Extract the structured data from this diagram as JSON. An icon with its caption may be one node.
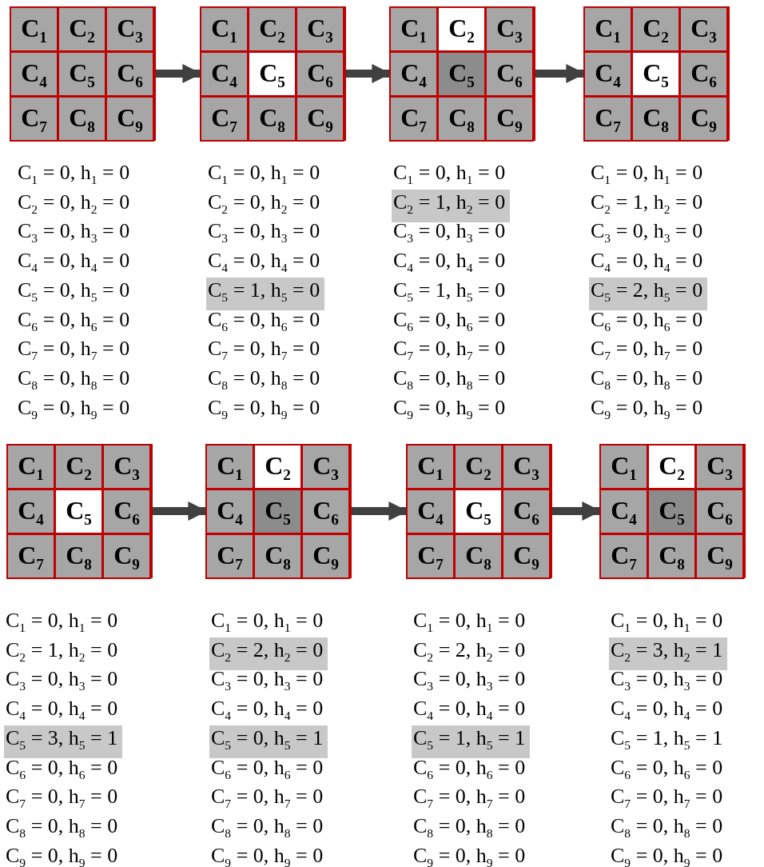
{
  "diagram": {
    "nodes": [
      {
        "text": [],
        "shape": "box"
      },
      {
        "text": [
          "C$_{1}$"
        ],
        "in": 0
      },
      {
        "text": [
          "C$_{2}$"
        ],
        "in": 0
      },
      {
        "text": [
          "C$_{3}$"
        ],
        "in": 0
      },
      {
        "text": [
          "C$_{4}$"
        ],
        "in": 0
      },
      {
        "text": [
          "C$_{5}$"
        ],
        "in": 0
      },
      {
        "text": [
          "C$_{6}$"
        ],
        "in": 0
      },
      {
        "text": [
          "C$_{7}$"
        ],
        "in": 0
      },
      {
        "text": [
          "C$_{8}$"
        ],
        "in": 0
      },
      {
        "text": [
          "C$_{9}$"
        ],
        "in": 0
      },
      {
        "text": [],
        "shape": "box"
      },
      {
        "text": [
          "C$_{1}$"
        ],
        "in": 10
      },
      {
        "text": [
          "C$_{2}$"
        ],
        "in": 10
      },
      {
        "text": [
          "C$_{3}$"
        ],
        "in": 10
      },
      {
        "text": [
          "C$_{4}$"
        ],
        "in": 10
      },
      {
        "text": [
          "C$_{5}$"
        ],
        "in": 10
      },
      {
        "text": [
          "C$_{6}$"
        ],
        "in": 10
      },
      {
        "text": [
          "C$_{7}$"
        ],
        "in": 10
      },
      {
        "text": [
          "C$_{8}$"
        ],
        "in": 10
      },
      {
        "text": [
          "C$_{9}$"
        ],
        "in": 10
      },
      {
        "text": [],
        "shape": "box"
      },
      {
        "text": [
          "C$_{1}$"
        ],
        "in": 20
      },
      {
        "text": [
          "C$_{2}$"
        ],
        "in": 20
      },
      {
        "text": [
          "C$_{3}$"
        ],
        "in": 20
      },
      {
        "text": [
          "C$_{4}$"
        ],
        "in": 20
      },
      {
        "text": [
          "C$_{5}$"
        ],
        "in": 20
      },
      {
        "text": [
          "C$_{6}$"
        ],
        "in": 20
      },
      {
        "text": [
          "C$_{7}$"
        ],
        "in": 20
      },
      {
        "text": [
          "C$_{8}$"
        ],
        "in": 20
      },
      {
        "text": [
          "C$_{9}$"
        ],
        "in": 20
      },
      {
        "text": [],
        "shape": "box"
      },
      {
        "text": [
          "C$_{1}$"
        ],
        "in": 30
      },
      {
        "text": [
          "C$_{2}$"
        ],
        "in": 30
      },
      {
        "text": [
          "C$_{3}$"
        ],
        "in": 30
      },
      {
        "text": [
          "C$_{4}$"
        ],
        "in": 30
      },
      {
        "text": [
          "C$_{5}$"
        ],
        "in": 30
      },
      {
        "text": [
          "C$_{6}$"
        ],
        "in": 30
      },
      {
        "text": [
          "C$_{7}$"
        ],
        "in": 30
      },
      {
        "text": [
          "C$_{8}$"
        ],
        "in": 30
      },
      {
        "text": [
          "C$_{9}$"
        ],
        "in": 30
      },
      {
        "text": [],
        "shape": "box"
      },
      {
        "text": [
          "C$_{1}$"
        ],
        "in": 40
      },
      {
        "text": [
          "C$_{2}$"
        ],
        "in": 40
      },
      {
        "text": [
          "C$_{3}$"
        ],
        "in": 40
      },
      {
        "text": [
          "C$_{4}$"
        ],
        "in": 40
      },
      {
        "text": [
          "C$_{5}$"
        ],
        "in": 40
      },
      {
        "text": [
          "C$_{6}$"
        ],
        "in": 40
      },
      {
        "text": [
          "C$_{7}$"
        ],
        "in": 40
      },
      {
        "text": [
          "C$_{8}$"
        ],
        "in": 40
      },
      {
        "text": [
          "C$_{9}$"
        ],
        "in": 40
      },
      {
        "text": [],
        "shape": "box"
      },
      {
        "text": [
          "C$_{1}$"
        ],
        "in": 50
      },
      {
        "text": [
          "C$_{2}$"
        ],
        "in": 50
      },
      {
        "text": [
          "C$_{3}$"
        ],
        "in": 50
      },
      {
        "text": [
          "C$_{4}$"
        ],
        "in": 50
      },
      {
        "text": [
          "C$_{5}$"
        ],
        "in": 50
      },
      {
        "text": [
          "C$_{6}$"
        ],
        "in": 50
      },
      {
        "text": [
          "C$_{7}$"
        ],
        "in": 50
      },
      {
        "text": [
          "C$_{8}$"
        ],
        "in": 50
      },
      {
        "text": [
          "C$_{9}$"
        ],
        "in": 50
      },
      {
        "text": [],
        "shape": "box"
      },
      {
        "text": [
          "C$_{1}$"
        ],
        "in": 60
      },
      {
        "text": [
          "C$_{2}$"
        ],
        "in": 60
      },
      {
        "text": [
          "C$_{3}$"
        ],
        "in": 60
      },
      {
        "text": [
          "C$_{4}$"
        ],
        "in": 60
      },
      {
        "text": [
          "C$_{5}$"
        ],
        "in": 60
      },
      {
        "text": [
          "C$_{6}$"
        ],
        "in": 60
      },
      {
        "text": [
          "C$_{7}$"
        ],
        "in": 60
      },
      {
        "text": [
          "C$_{8}$"
        ],
        "in": 60
      },
      {
        "text": [
          "C$_{9}$"
        ],
        "in": 60
      },
      {
        "text": [],
        "shape": "box"
      },
      {
        "text": [
          "C$_{1}$"
        ],
        "in": 70
      },
      {
        "text": [
          "C$_{2}$"
        ],
        "in": 70
      },
      {
        "text": [
          "C$_{3}$"
        ],
        "in": 70
      },
      {
        "text": [
          "C$_{4}$"
        ],
        "in": 70
      },
      {
        "text": [
          "C$_{5}$"
        ],
        "in": 70
      },
      {
        "text": [
          "C$_{6}$"
        ],
        "in": 70
      },
      {
        "text": [
          "C$_{7}$"
        ],
        "in": 70
      },
      {
        "text": [
          "C$_{8}$"
        ],
        "in": 70
      },
      {
        "text": [
          "C$_{9}$"
        ],
        "in": 70
      }
    ],
    "edges": [
      {
        "from": 0,
        "to": 10,
        "arrow": "to"
      },
      {
        "from": 10,
        "to": 20,
        "arrow": "to"
      },
      {
        "from": 20,
        "to": 30,
        "arrow": "to"
      },
      {
        "from": 40,
        "to": 50,
        "arrow": "to"
      },
      {
        "from": 50,
        "to": 60,
        "arrow": "to"
      },
      {
        "from": 60,
        "to": 70,
        "arrow": "to"
      }
    ],
    "labels": [
      "C$_{1}$ = 0, h$_{1}$ = 0",
      "C$_{2}$ = 0, h$_{2}$ = 0",
      "C$_{3}$ = 0, h$_{3}$ = 0",
      "C$_{4}$ = 0, h$_{4}$ = 0",
      "C$_{5}$ = 0, h$_{5}$ = 0",
      "C$_{6}$ = 0, h$_{6}$ = 0",
      "C$_{7}$ = 0, h$_{7}$ = 0",
      "C$_{8}$ = 0, h$_{8}$ = 0",
      "C$_{9}$ = 0, h$_{9}$ = 0",
      "C$_{1}$ = 0, h$_{1}$ = 0",
      "C$_{2}$ = 0, h$_{2}$ = 0",
      "C$_{3}$ = 0, h$_{3}$ = 0",
      "C$_{4}$ = 0, h$_{4}$ = 0",
      "C$_{5}$ = 1, h$_{5}$ = 0",
      "C$_{6}$ = 0, h$_{6}$ = 0",
      "C$_{7}$ = 0, h$_{7}$ = 0",
      "C$_{8}$ = 0, h$_{8}$ = 0",
      "C$_{9}$ = 0, h$_{9}$ = 0",
      "C$_{1}$ = 0, h$_{1}$ = 0",
      "C$_{2}$ = 1, h$_{2}$ = 0",
      "C$_{3}$ = 0, h$_{3}$ = 0",
      "C$_{4}$ = 0, h$_{4}$ = 0",
      "C$_{5}$ = 1, h$_{5}$ = 0",
      "C$_{6}$ = 0, h$_{6}$ = 0",
      "C$_{7}$ = 0, h$_{7}$ = 0",
      "C$_{8}$ = 0, h$_{8}$ = 0",
      "C$_{9}$ = 0, h$_{9}$ = 0",
      "C$_{1}$ = 0, h$_{1}$ = 0",
      "C$_{2}$ = 1, h$_{2}$ = 0",
      "C$_{3}$ = 0, h$_{3}$ = 0",
      "C$_{4}$ = 0, h$_{4}$ = 0",
      "C$_{5}$ = 2, h$_{5}$ = 0",
      "C$_{6}$ = 0, h$_{6}$ = 0",
      "C$_{7}$ = 0, h$_{7}$ = 0",
      "C$_{8}$ = 0, h$_{8}$ = 0",
      "C$_{9}$ = 0, h$_{9}$ = 0",
      "C$_{1}$ = 0, h$_{1}$ = 0",
      "C$_{2}$ = 1, h$_{2}$ = 0",
      "C$_{3}$ = 0, h$_{3}$ = 0",
      "C$_{4}$ = 0, h$_{4}$ = 0",
      "C$_{5}$ = 3, h$_{5}$ = 1",
      "C$_{6}$ = 0, h$_{6}$ = 0",
      "C$_{7}$ = 0, h$_{7}$ = 0",
      "C$_{8}$ = 0, h$_{8}$ = 0",
      "C$_{9}$ = 0, h$_{9}$ = 0",
      "C$_{1}$ = 0, h$_{1}$ = 0",
      "C$_{2}$ = 2, h$_{2}$ = 0",
      "C$_{3}$ = 0, h$_{3}$ = 0",
      "C$_{4}$ = 0, h$_{4}$ = 0",
      "C$_{5}$ = 0, h$_{5}$ = 1",
      "C$_{6}$ = 0, h$_{6}$ = 0",
      "C$_{7}$ = 0, h$_{7}$ = 0",
      "C$_{8}$ = 0, h$_{8}$ = 0",
      "C$_{9}$ = 0, h$_{9}$ = 0",
      "C$_{1}$ = 0, h$_{1}$ = 0",
      "C$_{2}$ = 2, h$_{2}$ = 0",
      "C$_{3}$ = 0, h$_{3}$ = 0",
      "C$_{4}$ = 0, h$_{4}$ = 0",
      "C$_{5}$ = 1, h$_{5}$ = 1",
      "C$_{6}$ = 0, h$_{6}$ = 0",
      "C$_{7}$ = 0, h$_{7}$ = 0",
      "C$_{8}$ = 0, h$_{8}$ = 0",
      "C$_{9}$ = 0, h$_{9}$ = 0",
      "C$_{1}$ = 0, h$_{1}$ = 0",
      "C$_{2}$ = 3, h$_{2}$ = 1",
      "C$_{3}$ = 0, h$_{3}$ = 0",
      "C$_{4}$ = 0, h$_{4}$ = 0",
      "C$_{5}$ = 1, h$_{5}$ = 1",
      "C$_{6}$ = 0, h$_{6}$ = 0",
      "C$_{7}$ = 0, h$_{7}$ = 0",
      "C$_{8}$ = 0, h$_{8}$ = 0",
      "C$_{9}$ = 0, h$_{9}$ = 0"
    ]
  }
}
